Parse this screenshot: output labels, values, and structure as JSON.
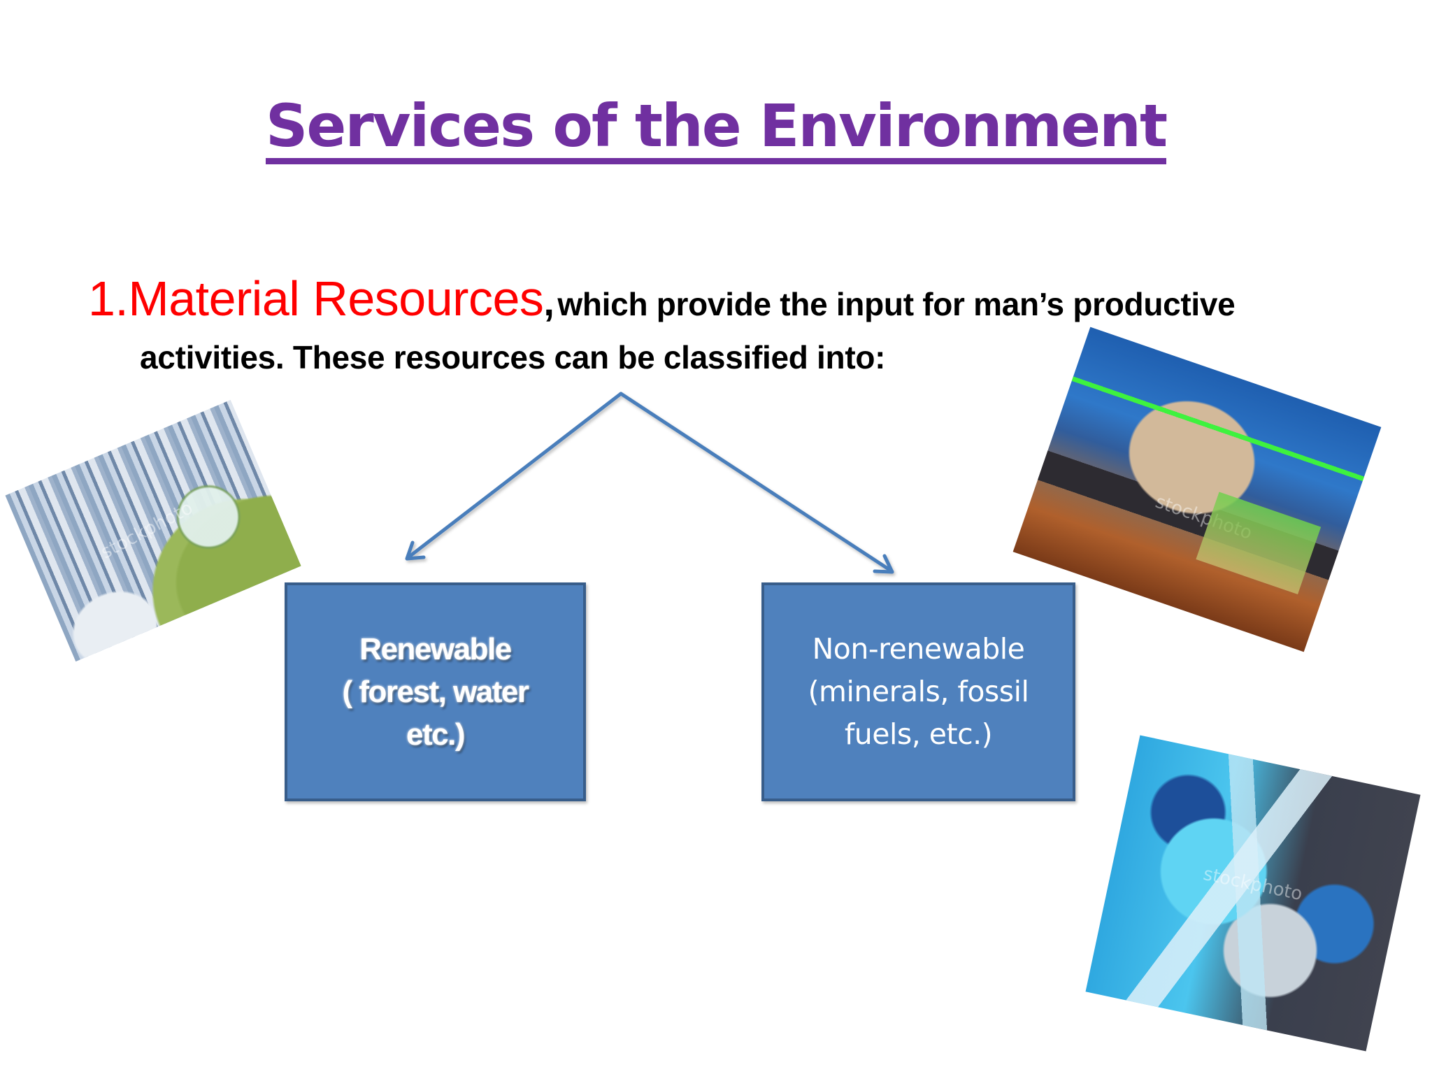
{
  "slide": {
    "title": "Services of the Environment",
    "title_color": "#7030a0",
    "point": {
      "number_heading": "1.Material Resources",
      "heading_color": "#ff0000",
      "comma": ",",
      "line1_rest": "which provide the input for man’s productive",
      "line2": "activities. These resources can be classified into:"
    },
    "diagram": {
      "arrow_color": "#4a7ebb",
      "box_fill": "#4f81bd",
      "box_border": "#385d8a",
      "boxes": [
        {
          "id": "renewable",
          "lines": [
            "Renewable",
            "( forest, water",
            "etc.)"
          ]
        },
        {
          "id": "non-renewable",
          "lines": [
            "Non-renewable",
            "(minerals, fossil",
            "fuels, etc.)"
          ]
        }
      ]
    },
    "images": [
      {
        "name": "waterfall-globe-photo",
        "watermark": "stockphoto"
      },
      {
        "name": "gas-station-photo",
        "watermark": "stockphoto"
      },
      {
        "name": "mineral-crystal-photo",
        "watermark": "stockphoto"
      }
    ]
  }
}
